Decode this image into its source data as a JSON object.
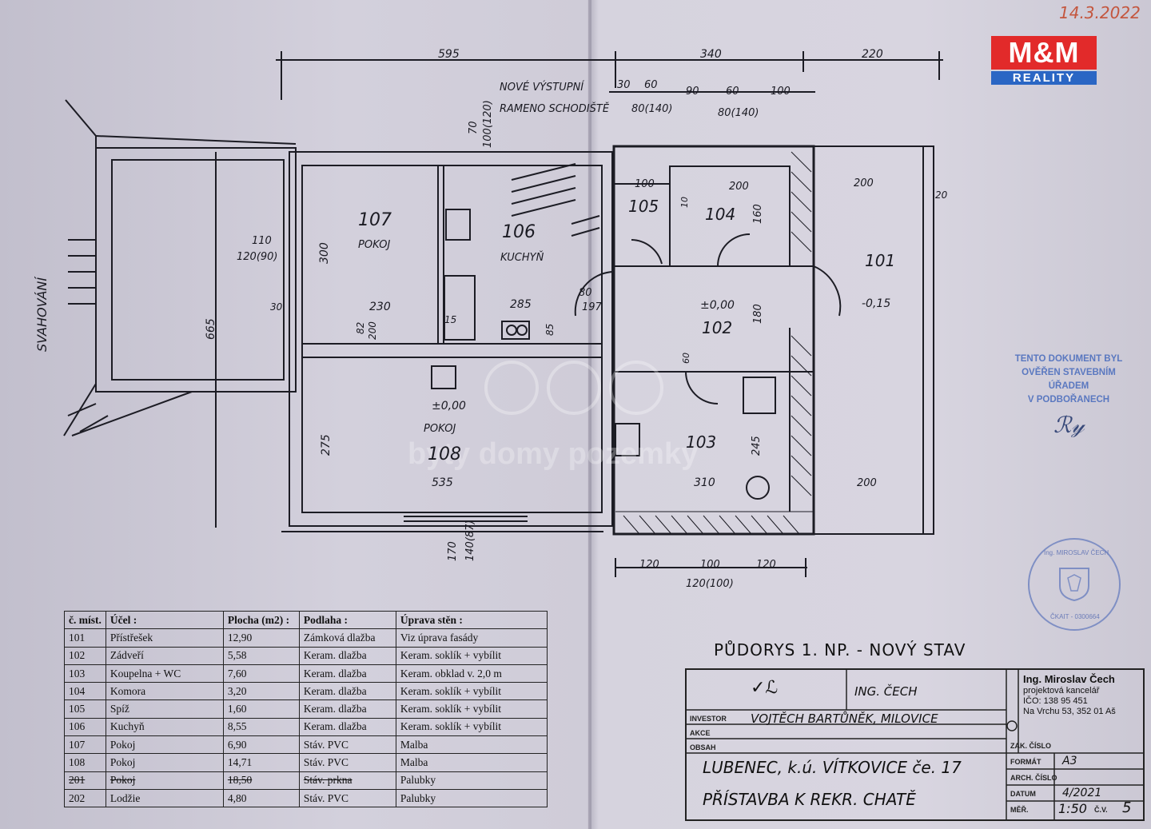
{
  "header": {
    "date_note": "14.3.2022",
    "logo_top": "M&M",
    "logo_bottom": "REALITY"
  },
  "plan_labels": {
    "slope": "SVAHOVÁNÍ",
    "new_stairs": [
      "NOVÉ VÝSTUPNÍ",
      "RAMENO SCHODIŠTĚ"
    ],
    "rooms": [
      {
        "num": "107",
        "name": "POKOJ"
      },
      {
        "num": "106",
        "name": "KUCHYŇ"
      },
      {
        "num": "105",
        "name": ""
      },
      {
        "num": "104",
        "name": ""
      },
      {
        "num": "101",
        "name": ""
      },
      {
        "num": "102",
        "name": ""
      },
      {
        "num": "103",
        "name": ""
      },
      {
        "num": "108",
        "name": "POKOJ"
      }
    ],
    "levels": [
      "±0,00",
      "±0,00",
      "-0,15"
    ],
    "dims_top": [
      "595",
      "340",
      "220"
    ],
    "dims_sub": [
      "30",
      "60",
      "90",
      "60",
      "100",
      "80(140)",
      "80(140)"
    ],
    "dims_bottom": [
      "120",
      "100",
      "120",
      "120(100)"
    ],
    "dims_misc": [
      "665",
      "300",
      "275",
      "230",
      "285",
      "535",
      "310",
      "200",
      "200",
      "200",
      "100",
      "160",
      "180",
      "245",
      "110",
      "120(90)",
      "70",
      "100(120)",
      "170",
      "140(87)",
      "80",
      "197",
      "82",
      "200",
      "85",
      "15",
      "30",
      "20",
      "10",
      "60"
    ]
  },
  "stamp": {
    "lines": [
      "TENTO DOKUMENT BYL",
      "OVĚŘEN STAVEBNÍM ÚŘADEM",
      "V PODBOŘANECH"
    ],
    "round_text": "Ing. MIROSLAV ČECH",
    "round_sub": "ČKAIT - 0300664"
  },
  "table": {
    "headers": [
      "č. míst.",
      "Účel :",
      "Plocha (m2) :",
      "Podlaha :",
      "Úprava stěn :"
    ],
    "rows": [
      [
        "101",
        "Přístřešek",
        "12,90",
        "Zámková dlažba",
        "Viz úprava fasády"
      ],
      [
        "102",
        "Zádveří",
        "5,58",
        "Keram. dlažba",
        "Keram. soklík + vybílit"
      ],
      [
        "103",
        "Koupelna + WC",
        "7,60",
        "Keram. dlažba",
        "Keram. obklad v. 2,0 m"
      ],
      [
        "104",
        "Komora",
        "3,20",
        "Keram. dlažba",
        "Keram. soklík + vybílit"
      ],
      [
        "105",
        "Spíž",
        "1,60",
        "Keram. dlažba",
        "Keram. soklík + vybílit"
      ],
      [
        "106",
        "Kuchyň",
        "8,55",
        "Keram. dlažba",
        "Keram. soklík + vybílit"
      ],
      [
        "107",
        "Pokoj",
        "6,90",
        "Stáv. PVC",
        "Malba"
      ],
      [
        "108",
        "Pokoj",
        "14,71",
        "Stáv. PVC",
        "Malba"
      ],
      [
        "201",
        "Pokoj",
        "18,50",
        "Stáv. prkna",
        "Palubky"
      ],
      [
        "202",
        "Lodžie",
        "4,80",
        "Stáv. PVC",
        "Palubky"
      ]
    ]
  },
  "drawing_title": "PŮDORYS 1. NP. - NOVÝ STAV",
  "title_block": {
    "designer": "ING. ČECH",
    "investor_label": "INVESTOR",
    "investor": "VOJTĚCH BARTŮNĚK, MILOVICE",
    "akce_label": "AKCE",
    "obsah_label": "OBSAH",
    "akce": "LUBENEC, k.ú. VÍTKOVICE če. 17",
    "obsah": "PŘÍSTAVBA K REKR. CHATĚ",
    "office_name": "Ing. Miroslav Čech",
    "office_lines": [
      "projektová kancelář",
      "IČO: 138 95 451",
      "Na Vrchu 53, 352 01  Aš"
    ],
    "format_label": "FORMÁT",
    "format": "A3",
    "date_label": "DATUM",
    "date": "4/2021",
    "scale_label": "MĚŘ.",
    "scale": "1:50",
    "cv_label": "Č.V.",
    "cv": "5",
    "zak_label": "ZAK. ČÍSLO",
    "arch_label": "ARCH. ČÍSLO"
  },
  "watermark": "byty domy pozemky"
}
